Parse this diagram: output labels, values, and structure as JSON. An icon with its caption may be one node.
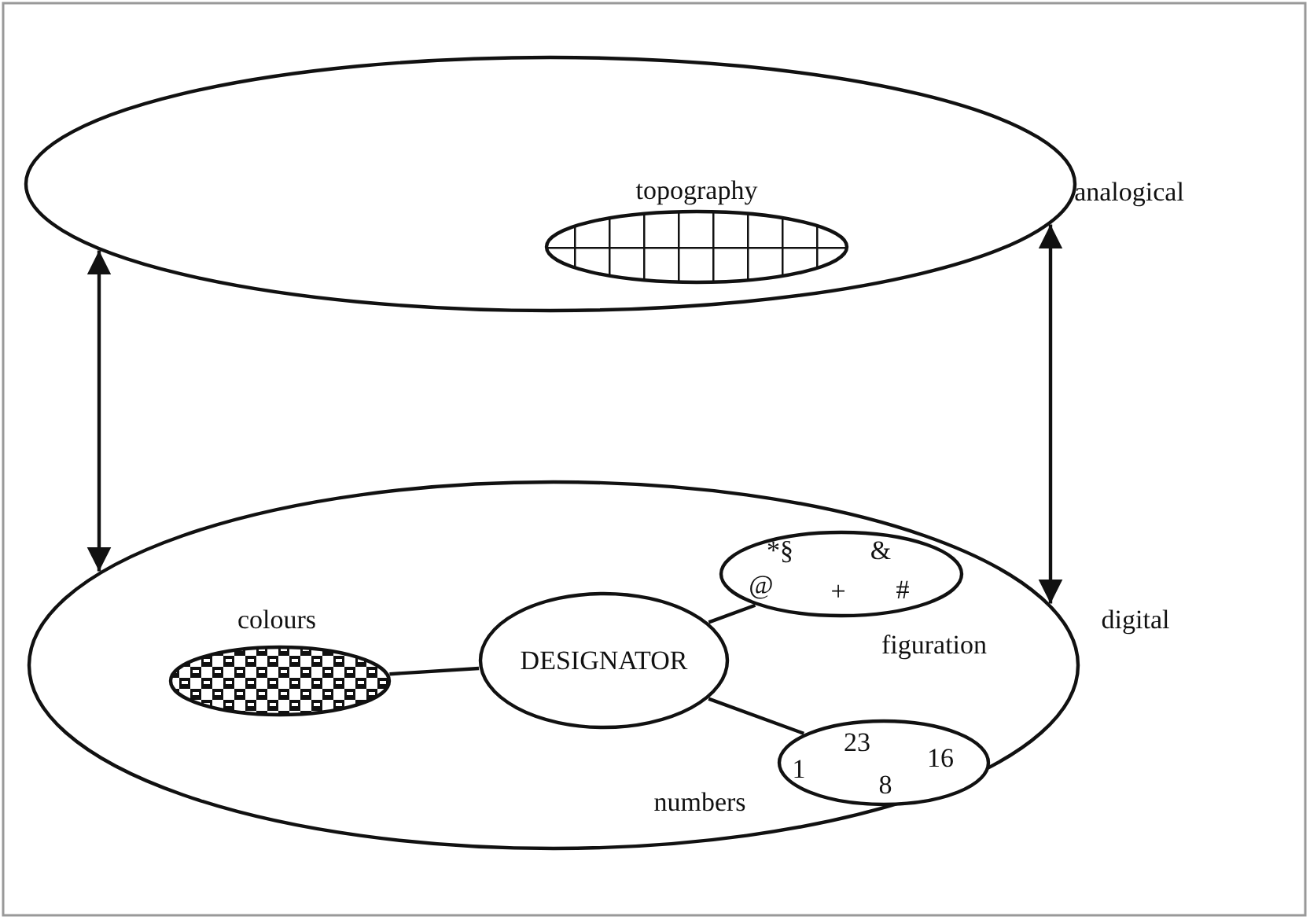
{
  "diagram": {
    "nodes": [
      {
        "text": [],
        "shape": "ellipse",
        "beside": [
          "analogical"
        ]
      },
      {
        "text": [
          "topography"
        ],
        "in": 0
      },
      {
        "text": [],
        "shape": "ellipse",
        "beside": [
          "digital"
        ]
      },
      {
        "text": [
          "colours"
        ],
        "in": 2
      },
      {
        "text": [
          "DESIGNATOR"
        ],
        "in": 2
      },
      {
        "text": [
          "*§",
          "&",
          "@",
          "+",
          "#",
          "figuration"
        ],
        "in": 2
      },
      {
        "text": [
          "23",
          "1",
          "16",
          "8",
          "numbers"
        ],
        "in": 2
      }
    ],
    "edges": [
      {
        "from": 0,
        "to": 2,
        "arrow": "both"
      },
      {
        "from": 0,
        "to": 2,
        "arrow": "both"
      },
      {
        "from": 4,
        "to": 3,
        "arrow": "none"
      },
      {
        "from": 4,
        "to": 5,
        "arrow": "none"
      },
      {
        "from": 4,
        "to": 6,
        "arrow": "none"
      }
    ]
  }
}
